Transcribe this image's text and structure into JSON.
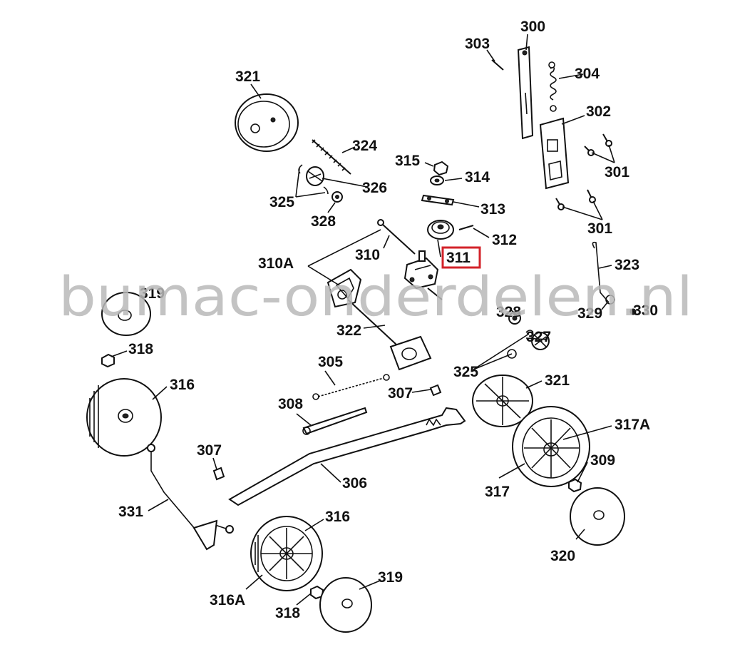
{
  "watermark": "bumac-onderdelen.nl",
  "highlight_color": "#d3232a",
  "highlighted_part": "311",
  "labels": {
    "p300": "300",
    "p303": "303",
    "p304": "304",
    "p302": "302",
    "p301a": "301",
    "p301b": "301",
    "p321a": "321",
    "p324": "324",
    "p315": "315",
    "p314": "314",
    "p326": "326",
    "p325a": "325",
    "p328a": "328",
    "p313": "313",
    "p312": "312",
    "p310": "310",
    "p310a": "310A",
    "p311": "311",
    "p323": "323",
    "p319a": "319",
    "p328b": "328",
    "p329": "329",
    "p330": "330",
    "p322": "322",
    "p327": "327",
    "p318a": "318",
    "p305": "305",
    "p325b": "325",
    "p316a": "316",
    "p307a": "307",
    "p321b": "321",
    "p308": "308",
    "p317a": "317A",
    "p307b": "307",
    "p309": "309",
    "p306": "306",
    "p317": "317",
    "p331": "331",
    "p316b": "316",
    "p320": "320",
    "p319b": "319",
    "p316c": "316A",
    "p318b": "318"
  }
}
